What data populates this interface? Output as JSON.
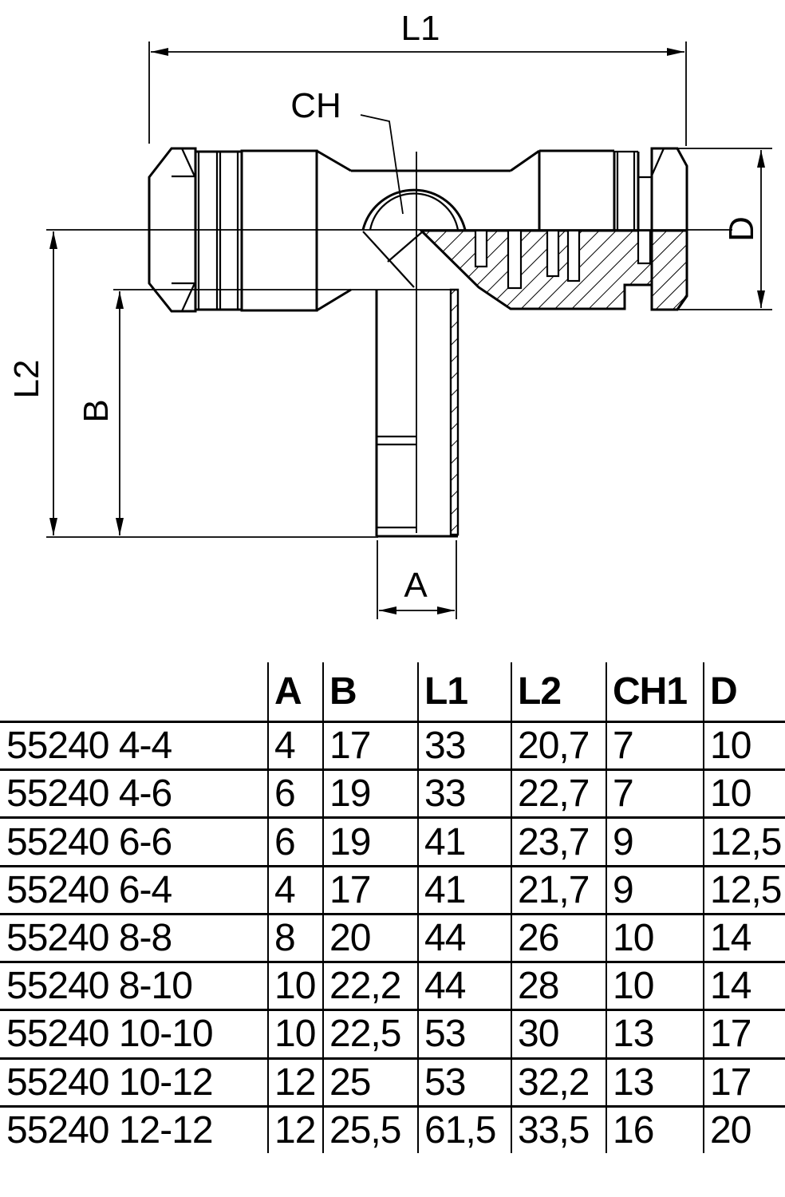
{
  "drawing": {
    "dim_labels": {
      "l1": "L1",
      "ch": "CH",
      "d": "D",
      "l2": "L2",
      "b": "B",
      "a": "A"
    }
  },
  "table": {
    "part_header": "",
    "columns": [
      "A",
      "B",
      "L1",
      "L2",
      "CH1",
      "D"
    ],
    "rows": [
      {
        "part": "55240 4-4",
        "values": [
          "4",
          "17",
          "33",
          "20,7",
          "7",
          "10"
        ]
      },
      {
        "part": "55240 4-6",
        "values": [
          "6",
          "19",
          "33",
          "22,7",
          "7",
          "10"
        ]
      },
      {
        "part": "55240 6-6",
        "values": [
          "6",
          "19",
          "41",
          "23,7",
          "9",
          "12,5"
        ]
      },
      {
        "part": "55240 6-4",
        "values": [
          "4",
          "17",
          "41",
          "21,7",
          "9",
          "12,5"
        ]
      },
      {
        "part": "55240 8-8",
        "values": [
          "8",
          "20",
          "44",
          "26",
          "10",
          "14"
        ]
      },
      {
        "part": "55240 8-10",
        "values": [
          "10",
          "22,2",
          "44",
          "28",
          "10",
          "14"
        ]
      },
      {
        "part": "55240 10-10",
        "values": [
          "10",
          "22,5",
          "53",
          "30",
          "13",
          "17"
        ]
      },
      {
        "part": "55240 10-12",
        "values": [
          "12",
          "25",
          "53",
          "32,2",
          "13",
          "17"
        ]
      },
      {
        "part": "55240 12-12",
        "values": [
          "12",
          "25,5",
          "61,5",
          "33,5",
          "16",
          "20"
        ]
      }
    ]
  },
  "colors": {
    "ink": "#000000",
    "paper": "#ffffff"
  }
}
